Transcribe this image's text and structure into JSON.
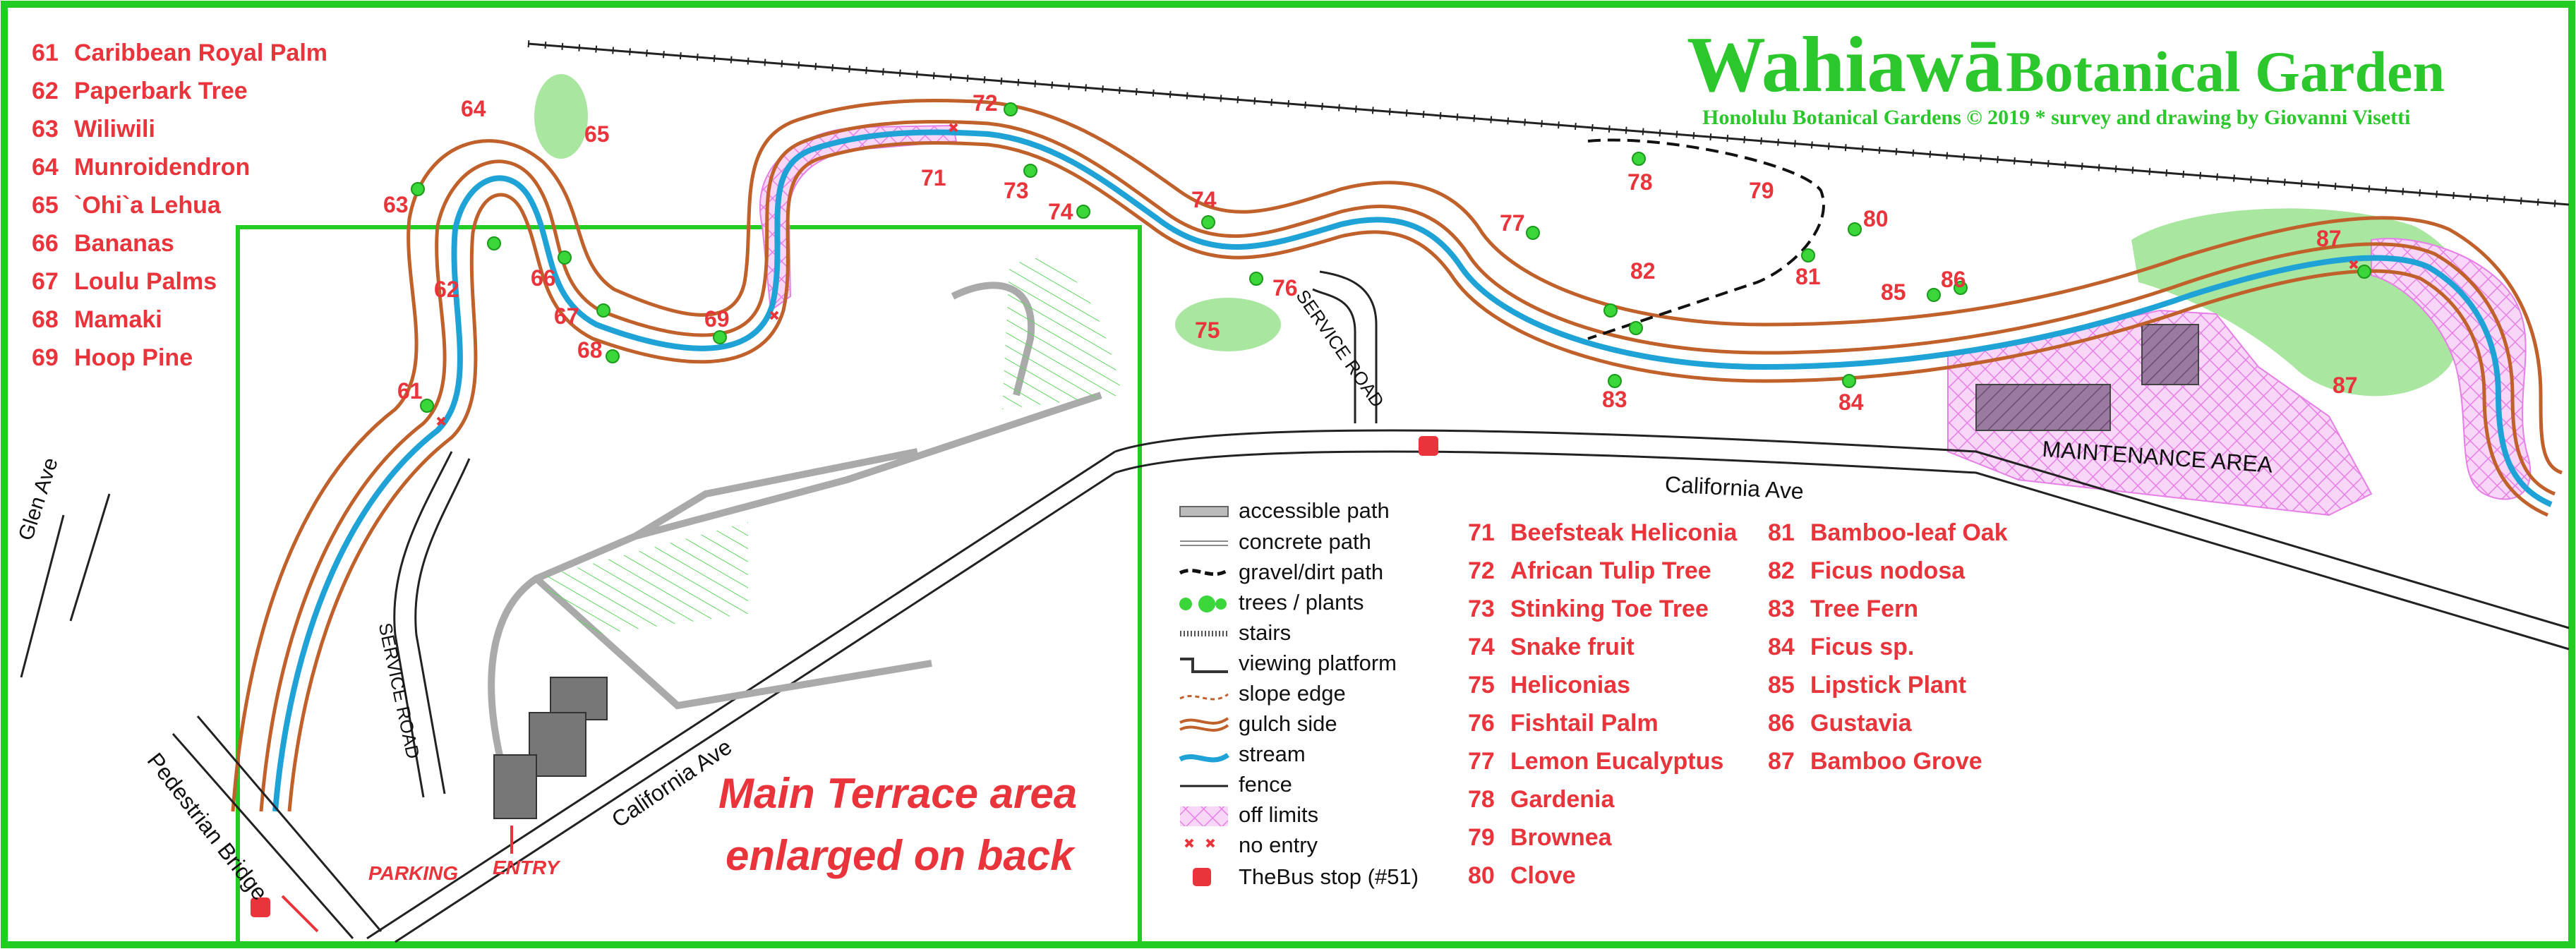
{
  "title": {
    "main_w": "Wahiawā",
    "main_rest": "Botanical Garden",
    "subtitle": "Honolulu Botanical Gardens  © 2019  *  survey and drawing by Giovanni Visetti"
  },
  "plants_left": [
    {
      "n": "61",
      "name": "Caribbean Royal Palm"
    },
    {
      "n": "62",
      "name": "Paperbark Tree"
    },
    {
      "n": "63",
      "name": "Wiliwili"
    },
    {
      "n": "64",
      "name": "Munroidendron"
    },
    {
      "n": "65",
      "name": "`Ohi`a Lehua"
    },
    {
      "n": "66",
      "name": "Bananas"
    },
    {
      "n": "67",
      "name": "Loulu Palms"
    },
    {
      "n": "68",
      "name": "Mamaki"
    },
    {
      "n": "69",
      "name": "Hoop Pine"
    }
  ],
  "plants_mid": [
    {
      "n": "71",
      "name": "Beefsteak Heliconia"
    },
    {
      "n": "72",
      "name": "African Tulip Tree"
    },
    {
      "n": "73",
      "name": "Stinking Toe Tree"
    },
    {
      "n": "74",
      "name": "Snake fruit"
    },
    {
      "n": "75",
      "name": "Heliconias"
    },
    {
      "n": "76",
      "name": "Fishtail Palm"
    },
    {
      "n": "77",
      "name": "Lemon Eucalyptus"
    },
    {
      "n": "78",
      "name": "Gardenia"
    },
    {
      "n": "79",
      "name": "Brownea"
    },
    {
      "n": "80",
      "name": "Clove"
    }
  ],
  "plants_right": [
    {
      "n": "81",
      "name": "Bamboo-leaf Oak"
    },
    {
      "n": "82",
      "name": "Ficus nodosa"
    },
    {
      "n": "83",
      "name": "Tree Fern"
    },
    {
      "n": "84",
      "name": "Ficus sp."
    },
    {
      "n": "85",
      "name": "Lipstick Plant"
    },
    {
      "n": "86",
      "name": "Gustavia"
    },
    {
      "n": "87",
      "name": "Bamboo Grove"
    }
  ],
  "legend": [
    "accessible path",
    "concrete path",
    "gravel/dirt path",
    "trees / plants",
    "stairs",
    "viewing platform",
    "slope edge",
    "gulch side",
    "stream",
    "fence",
    "off limits",
    "no entry",
    "TheBus stop (#51)"
  ],
  "streets": {
    "glen": "Glen Ave",
    "pedestrian": "Pedestrian Bridge",
    "service_left": "SERVICE ROAD",
    "service_right": "SERVICE ROAD",
    "california_lower": "California Ave",
    "california_right": "California Ave",
    "maintenance": "MAINTENANCE AREA",
    "parking": "PARKING",
    "entry": "ENTRY"
  },
  "callout": {
    "line1": "Main Terrace area",
    "line2": "enlarged on back"
  },
  "map_numbers": [
    "61",
    "62",
    "63",
    "64",
    "65",
    "66",
    "67",
    "68",
    "69",
    "72",
    "71",
    "73",
    "74",
    "74",
    "75",
    "76",
    "77",
    "78",
    "79",
    "80",
    "81",
    "82",
    "83",
    "84",
    "85",
    "86",
    "87",
    "87"
  ],
  "colors": {
    "frame": "#22cc22",
    "red": "#e8343a",
    "gulch": "#c0602a",
    "stream": "#1fa3d6",
    "green": "#2cc72c",
    "pink": "#e67fe6",
    "tree": "#3ad63a"
  }
}
